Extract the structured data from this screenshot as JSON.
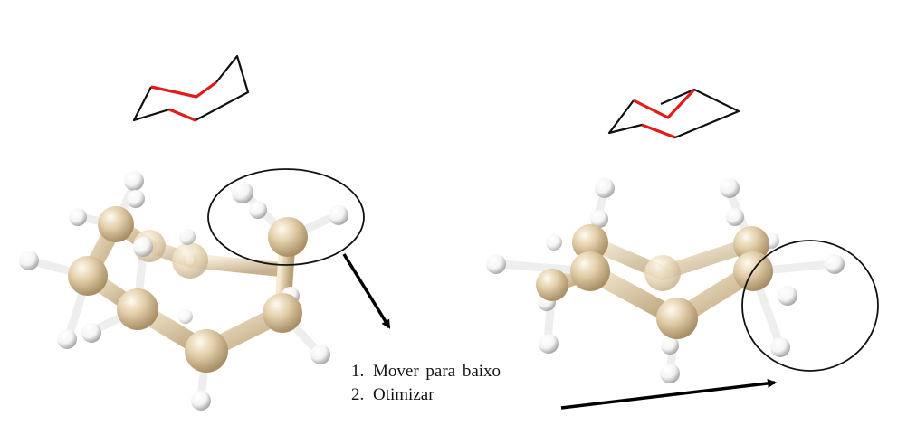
{
  "steps": [
    {
      "number": "1.",
      "text": "Mover para baixo"
    },
    {
      "number": "2.",
      "text": "Otimizar"
    }
  ],
  "colors": {
    "highlight_bond": "#e21b1b",
    "ring_line": "#111111",
    "carbon": "#e3cfaa",
    "hydrogen": "#ffffff",
    "bond": "#dcc7a0",
    "circle": "#111111",
    "arrow": "#000000"
  },
  "icons": [
    "boat-conformation-sketch",
    "chair-conformation-sketch",
    "ball-and-stick-molecule",
    "highlight-circle",
    "arrow"
  ]
}
